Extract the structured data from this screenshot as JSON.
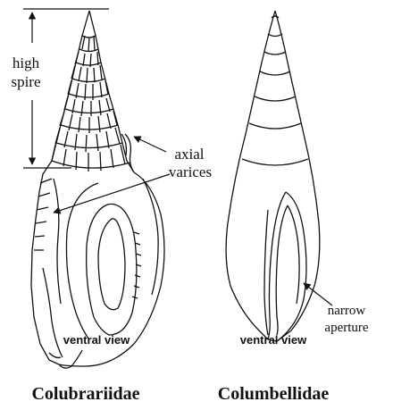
{
  "figure": {
    "left_shell": {
      "annotations": {
        "high_spire_line1": "high",
        "high_spire_line2": "spire",
        "axial_varices_line1": "axial",
        "axial_varices_line2": "varices"
      },
      "view_label": "ventral view",
      "family_name": "Colubrariidae"
    },
    "right_shell": {
      "annotations": {
        "narrow_aperture_line1": "narrow",
        "narrow_aperture_line2": "aperture"
      },
      "view_label": "ventral view",
      "family_name": "Columbellidae"
    }
  },
  "colors": {
    "ink": "#111111",
    "background": "#ffffff"
  }
}
